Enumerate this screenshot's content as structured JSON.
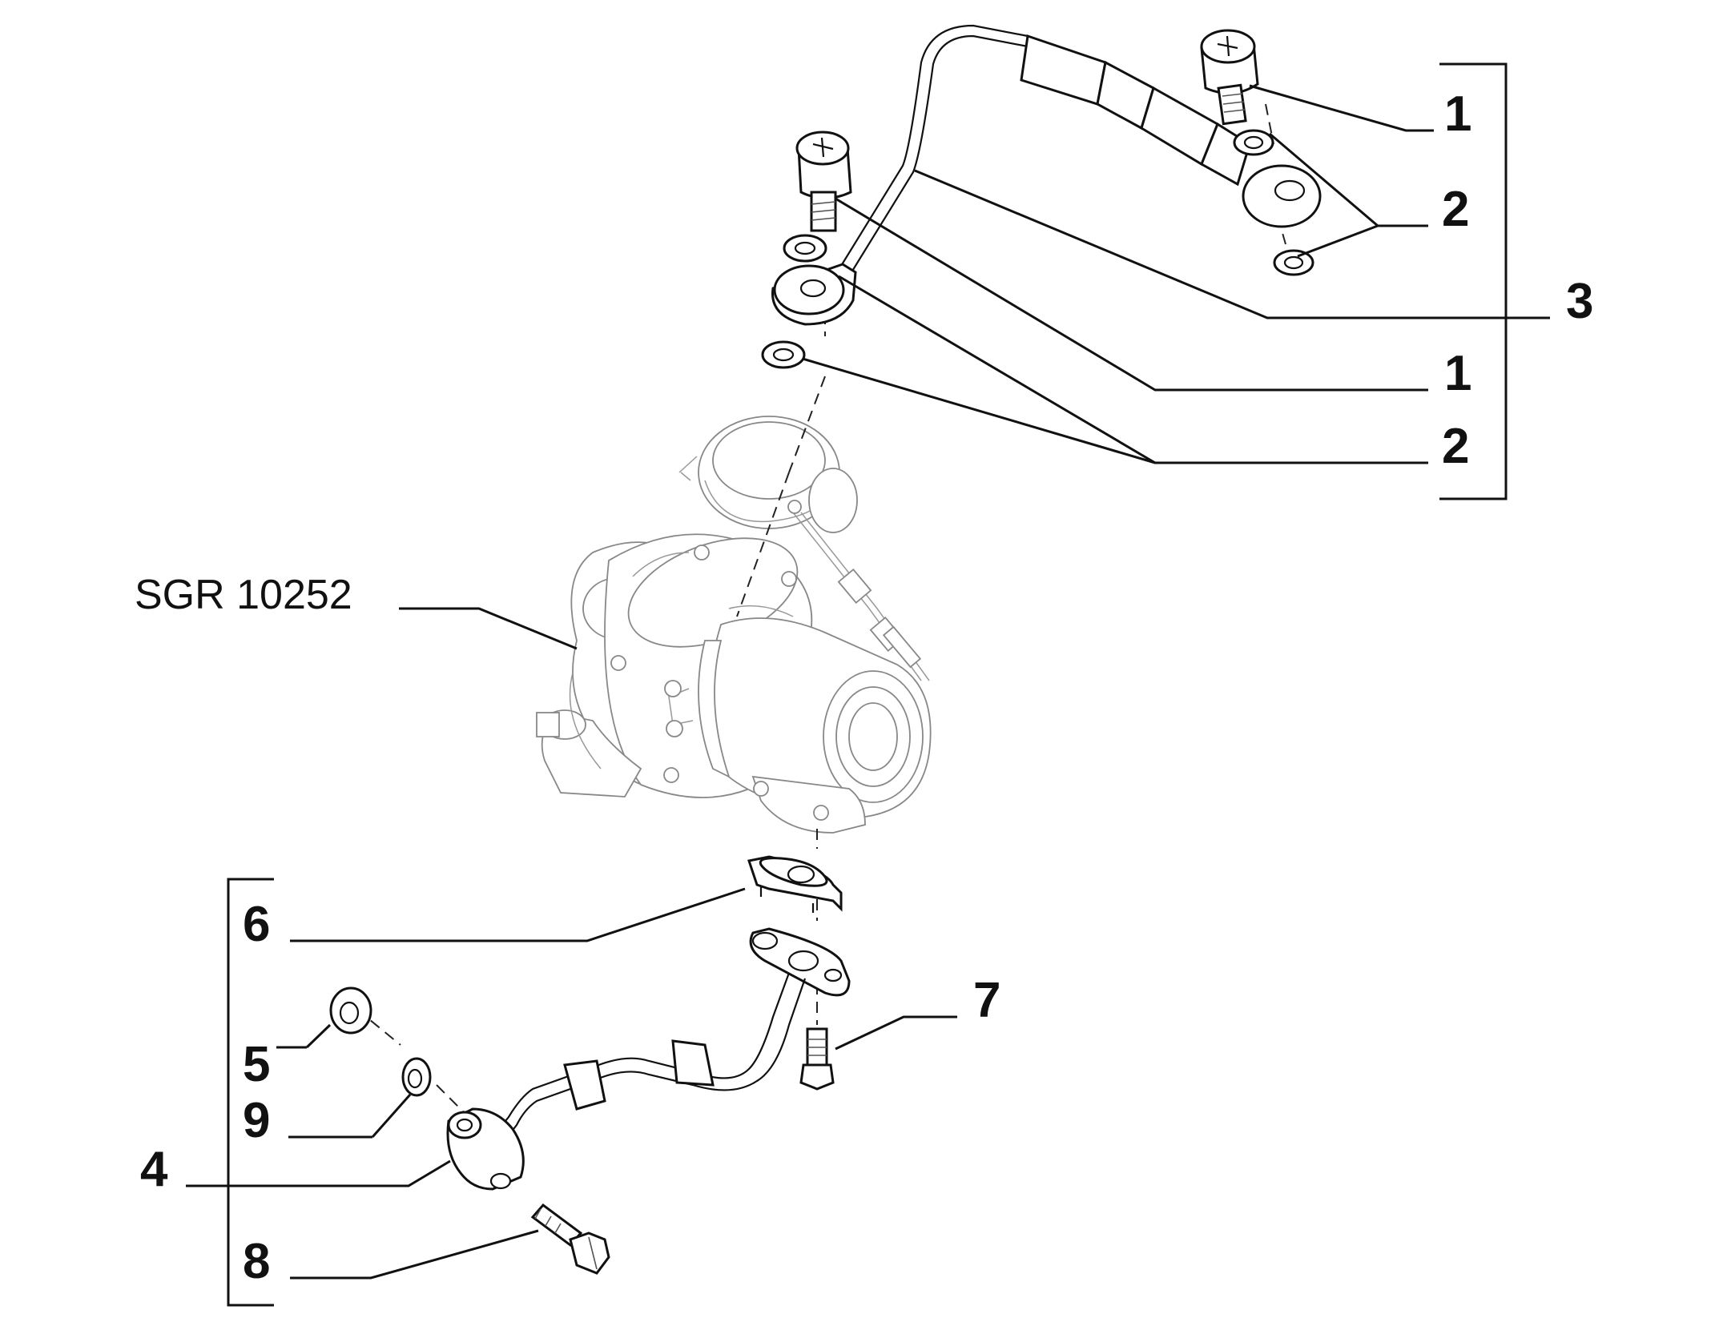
{
  "diagram": {
    "assembly_ref": "SGR 10252",
    "callouts": {
      "c1a": "1",
      "c2a": "2",
      "c3": "3",
      "c1b": "1",
      "c2b": "2",
      "c4": "4",
      "c5": "5",
      "c6": "6",
      "c7": "7",
      "c8": "8",
      "c9": "9"
    }
  }
}
